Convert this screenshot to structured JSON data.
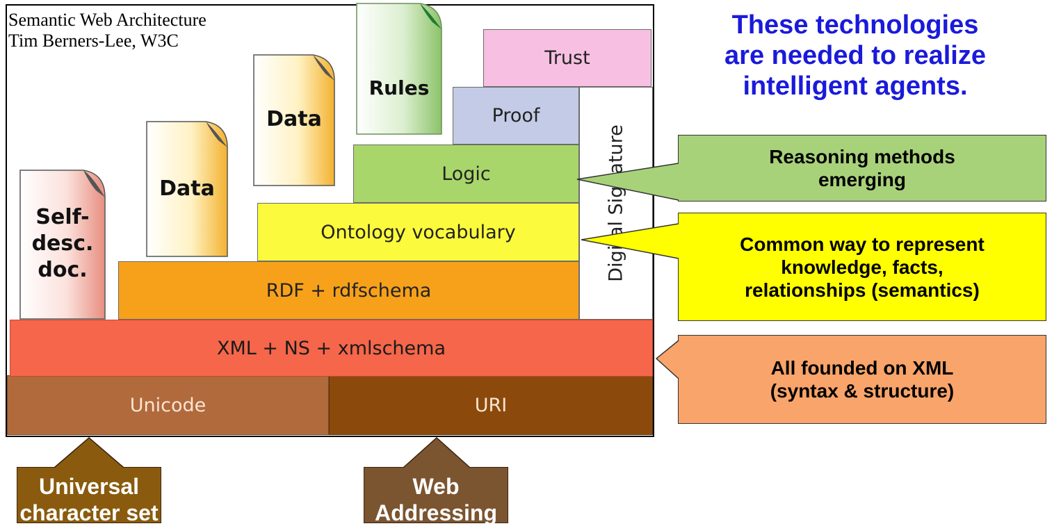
{
  "credit": {
    "line1": "Semantic Web Architecture",
    "line2": "Tim Berners-Lee, W3C"
  },
  "layers": {
    "unicode": "Unicode",
    "uri": "URI",
    "xml": "XML + NS + xmlschema",
    "rdf": "RDF + rdfschema",
    "ontology": "Ontology vocabulary",
    "logic": "Logic",
    "proof": "Proof",
    "trust": "Trust",
    "digital_signature": "Digital Signature"
  },
  "documents": {
    "self_desc": [
      "Self-",
      "desc.",
      "doc."
    ],
    "data_1": "Data",
    "data_2": "Data",
    "rules": "Rules"
  },
  "headline": [
    "These technologies",
    "are needed to realize",
    "intelligent agents."
  ],
  "callouts": {
    "reasoning": [
      "Reasoning methods",
      "emerging"
    ],
    "common": [
      "Common way to represent",
      "knowledge, facts,",
      "relationships (semantics)"
    ],
    "xml": [
      "All founded on XML",
      "(syntax & structure)"
    ]
  },
  "bottom": {
    "universal": [
      "Universal",
      "character set"
    ],
    "web": [
      "Web",
      "Addressing"
    ]
  },
  "colors": {
    "headline": "#1a1adb",
    "xml_layer": "#f5664a",
    "rdf_layer": "#f7a11a",
    "ontology_layer": "#fbfa3c",
    "logic_layer": "#a8d66a",
    "proof_layer": "#c4cbe6",
    "trust_layer": "#f7c0e2",
    "unicode_layer": "#b06a3c",
    "uri_layer": "#8b4a0c"
  }
}
